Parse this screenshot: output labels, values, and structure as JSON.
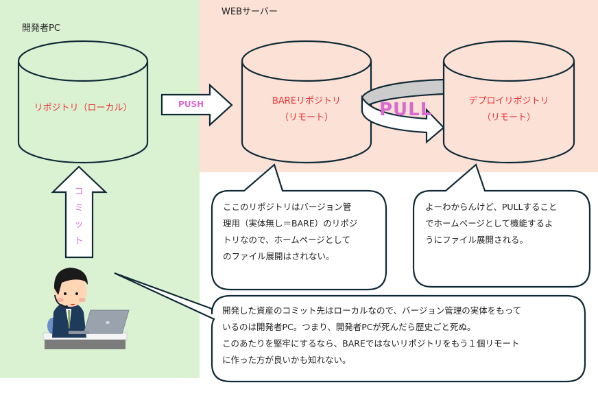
{
  "zones": {
    "developer_pc": {
      "label": "開発者PC",
      "color": "#daf1d2"
    },
    "web_server": {
      "label": "WEBサーバー",
      "color": "#fbe1d6"
    }
  },
  "repositories": [
    {
      "id": "local",
      "line1": "リポジトリ（ローカル）",
      "line2": ""
    },
    {
      "id": "bare",
      "line1": "BAREリポジトリ",
      "line2": "（リモート）"
    },
    {
      "id": "deploy",
      "line1": "デプロイリポジトリ",
      "line2": "（リモート）"
    }
  ],
  "arrows": {
    "push": "PUSH",
    "pull": "PULL",
    "commit": [
      "コ",
      "ミ",
      "ッ",
      "ト"
    ]
  },
  "bubbles": {
    "bare": [
      "ここのリポジトリはバージョン管",
      "理用（実体無し＝BARE）のリポジ",
      "トリなので、ホームページとして",
      "のファイル展開はされない。"
    ],
    "deploy": [
      "よーわからんけど、PULLすること",
      "でホームページとして機能するよ",
      "うにファイル展開される。"
    ],
    "developer": [
      "開発した資産のコミット先はローカルなので、バージョン管理の実体をもって",
      "いるのは開発者PC。つまり、開発者PCが死んだら歴史ごと死ぬ。",
      "このあたりを堅牢にするなら、BAREではないリポジトリをもう１個リモート",
      "に作った方が良いかも知れない。"
    ]
  },
  "colors": {
    "accent_label": "#d869cf",
    "repo_text": "#e8343a",
    "stroke": "#0f2a36"
  }
}
